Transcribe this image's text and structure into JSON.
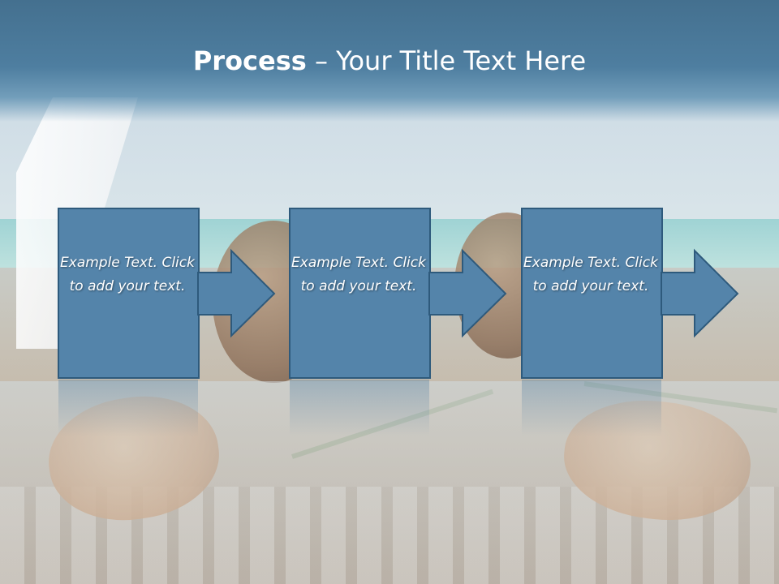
{
  "title": {
    "bold": "Process",
    "rest": " – Your Title Text Here"
  },
  "steps": [
    {
      "text": "Example Text. Click  to add your text."
    },
    {
      "text": "Example Text. Click  to add your text."
    },
    {
      "text": "Example Text. Click  to add your text."
    }
  ],
  "colors": {
    "box_fill": "#5484aa",
    "box_border": "#2e5a7c",
    "title_bar": "#4a7898"
  }
}
